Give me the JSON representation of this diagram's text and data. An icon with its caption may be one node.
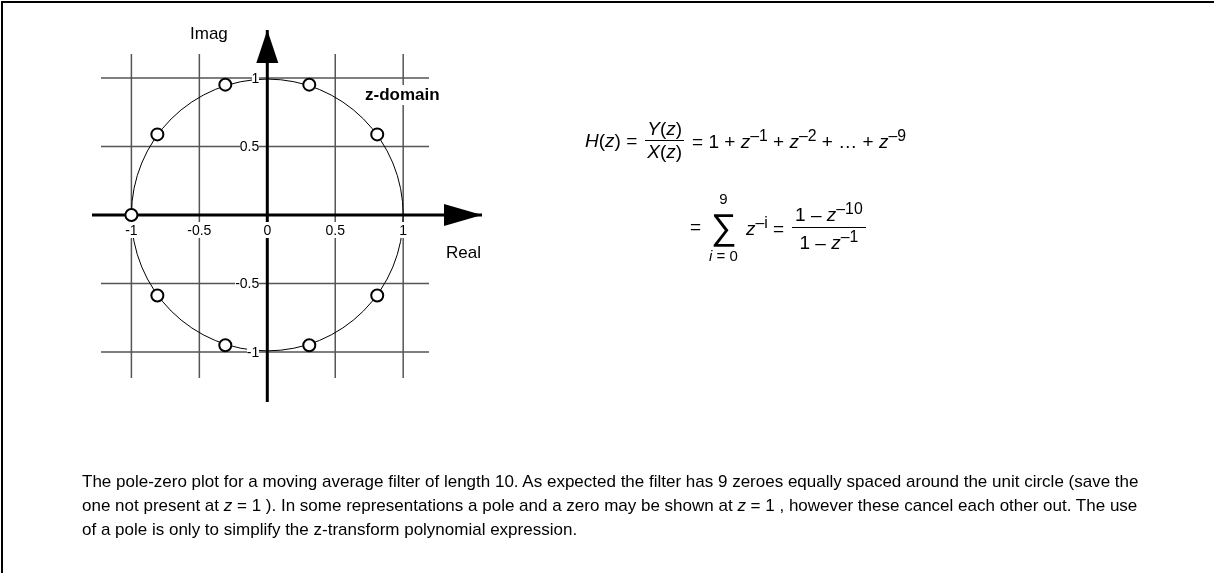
{
  "diagram": {
    "caption": "The pole-zero plot for a moving average filter of length 10. As expected the filter has 9 zeroes equally spaced around the unit circle (save the one not present at *z* = 1 ). In some representations a pole and a zero may be shown at *z* = 1 , however these cancel each other out. The use of a pole is only to simplify the z-transform polynomial expression.",
    "labels": [
      "*H*(*z*) =",
      "*Y*(*z*)",
      "*X*(*z*)",
      "= 1 + *z*$^{–1}$ + *z*$^{–2}$ + … + *z*$^{–9}$",
      "9",
      "=",
      "∑",
      "*z*$^{–i}$ =",
      "1 – *z*$^{–10}$",
      "1 – *z*$^{–1}$",
      "*i* = 0"
    ],
    "chart_data": {
      "type": "scatter",
      "title": "z-domain",
      "xlabel": "Real",
      "ylabel": "Imag",
      "x": [
        0.809,
        0.309,
        -0.309,
        -0.809,
        -1,
        -0.809,
        -0.309,
        0.309,
        0.809
      ],
      "values": [
        0.588,
        0.951,
        0.951,
        0.588,
        0,
        -0.588,
        -0.951,
        -0.951,
        -0.588
      ],
      "xlim": [
        -1.29,
        1.58
      ],
      "ylim": [
        -1.365,
        1.35
      ],
      "xticks": [
        -1,
        -0.5,
        0,
        0.5,
        1
      ],
      "yticks": [
        -1,
        -0.5,
        0.5,
        1
      ],
      "grid": true
    }
  }
}
